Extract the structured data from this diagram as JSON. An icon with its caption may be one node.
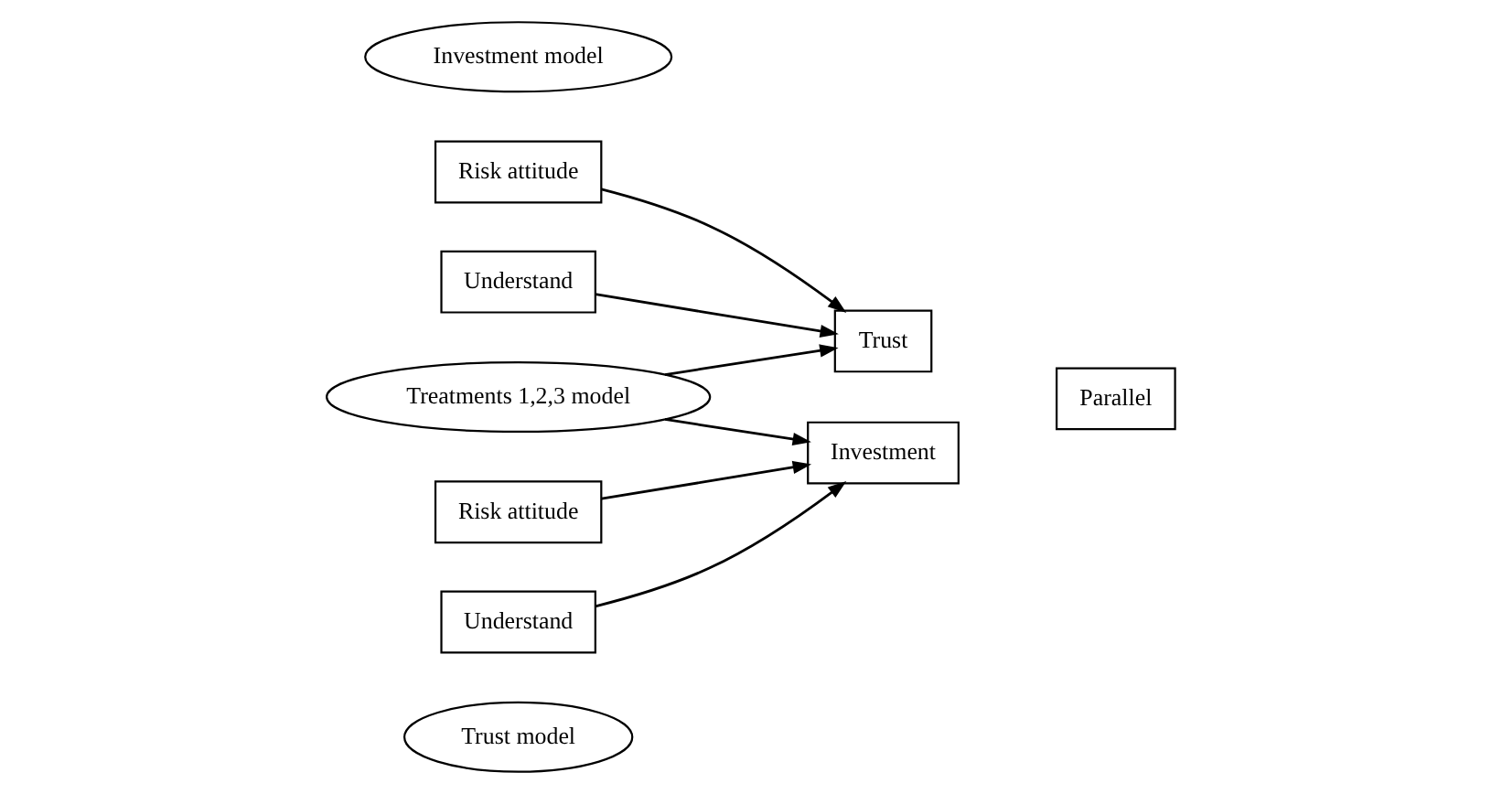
{
  "diagram": {
    "nodes": [
      {
        "text": [
          "Trust model"
        ]
      },
      {
        "text": [
          "Treatments 1,2,3 model"
        ]
      },
      {
        "text": [
          "Investment model"
        ]
      },
      {
        "text": [
          "Risk attitude"
        ]
      },
      {
        "text": [
          "Understand"
        ]
      },
      {
        "text": [
          "Trust"
        ]
      },
      {
        "text": [
          "Investment"
        ]
      },
      {
        "text": [
          "Risk attitude"
        ]
      },
      {
        "text": [
          "Understand"
        ]
      },
      {
        "text": [
          "Parallel"
        ]
      }
    ],
    "edges": [
      {
        "from": 3,
        "to": 5,
        "arrow": "to"
      },
      {
        "from": 4,
        "to": 5,
        "arrow": "to"
      },
      {
        "from": 1,
        "to": 5,
        "arrow": "to"
      },
      {
        "from": 1,
        "to": 6,
        "arrow": "to"
      },
      {
        "from": 7,
        "to": 6,
        "arrow": "to"
      },
      {
        "from": 8,
        "to": 6,
        "arrow": "to"
      }
    ]
  }
}
